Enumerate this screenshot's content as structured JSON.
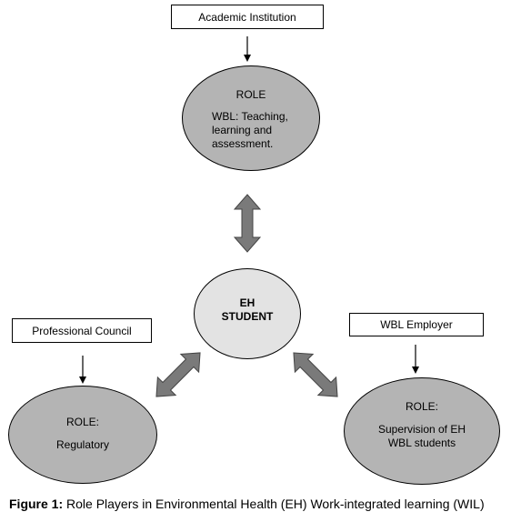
{
  "academic": {
    "label": "Academic Institution",
    "role_title": "ROLE",
    "role_lines": [
      "WBL: Teaching,",
      "learning and",
      "assessment."
    ]
  },
  "student": {
    "lines": [
      "EH",
      "STUDENT"
    ]
  },
  "council": {
    "label": "Professional Council",
    "role_title": "ROLE:",
    "role_text": "Regulatory"
  },
  "employer": {
    "label": "WBL Employer",
    "role_title": "ROLE:",
    "role_lines": [
      "Supervision of EH",
      "WBL students"
    ]
  },
  "caption": {
    "prefix": "Figure 1:",
    "text": " Role Players in Environmental Health (EH) Work-integrated learning (WIL)"
  },
  "colors": {
    "role_ellipse": "#b4b4b4",
    "student_ellipse": "#e3e3e3",
    "arrow_fill": "#7a7a7a"
  }
}
